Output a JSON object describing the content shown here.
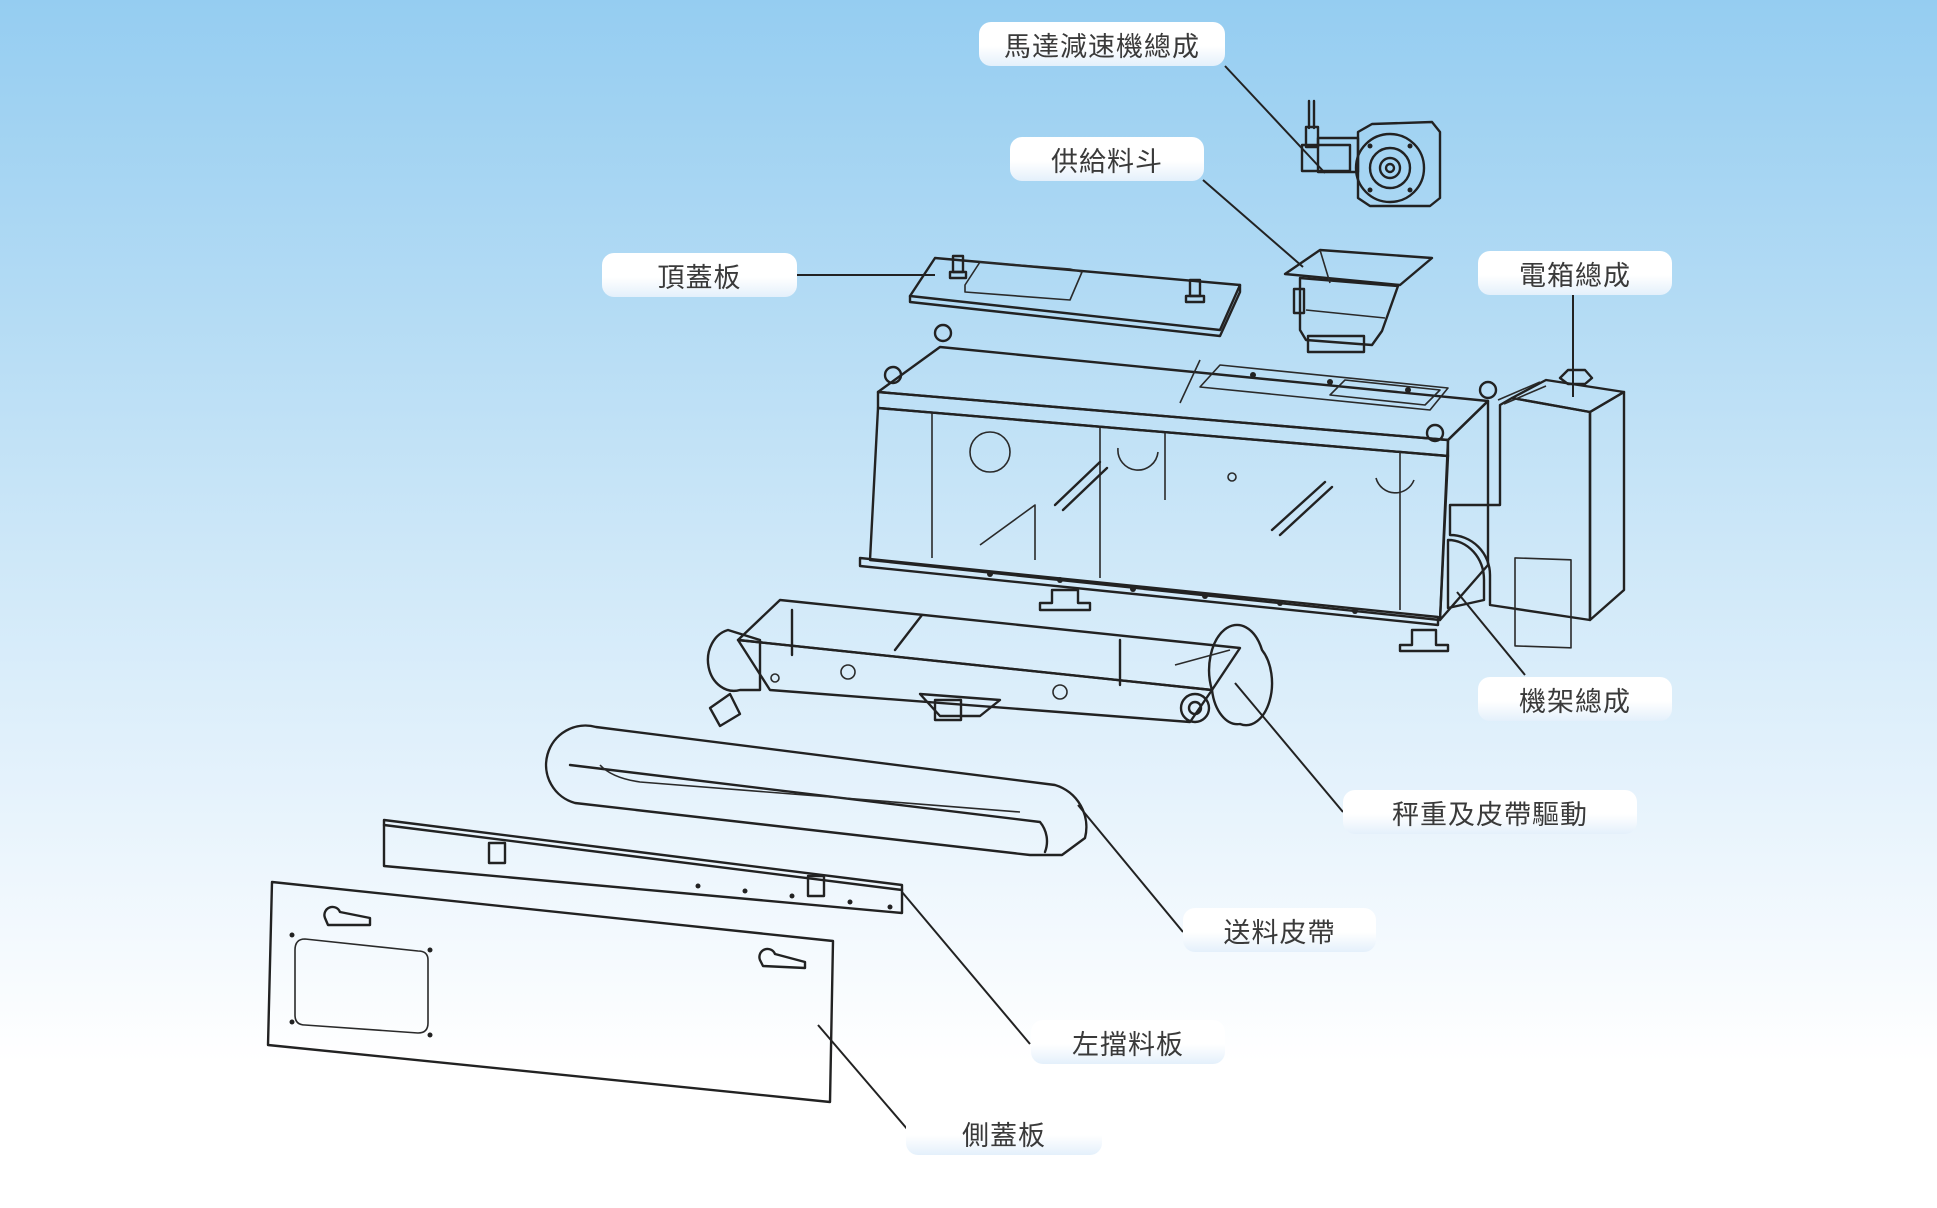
{
  "diagram": {
    "title": "Exploded view of belt weigh feeder assembly",
    "background": {
      "top_color": "#95cdf1",
      "bottom_color": "#ffffff"
    },
    "parts": [
      {
        "id": "motor-reducer",
        "label": "馬達減速機總成"
      },
      {
        "id": "feed-hopper",
        "label": "供給料斗"
      },
      {
        "id": "top-cover",
        "label": "頂蓋板"
      },
      {
        "id": "electrical-box",
        "label": "電箱總成"
      },
      {
        "id": "frame",
        "label": "機架總成"
      },
      {
        "id": "weighing-belt-drive",
        "label": "秤重及皮帶驅動"
      },
      {
        "id": "conveyor-belt",
        "label": "送料皮帶"
      },
      {
        "id": "left-skirt-board",
        "label": "左擋料板"
      },
      {
        "id": "side-cover",
        "label": "側蓋板"
      }
    ]
  }
}
